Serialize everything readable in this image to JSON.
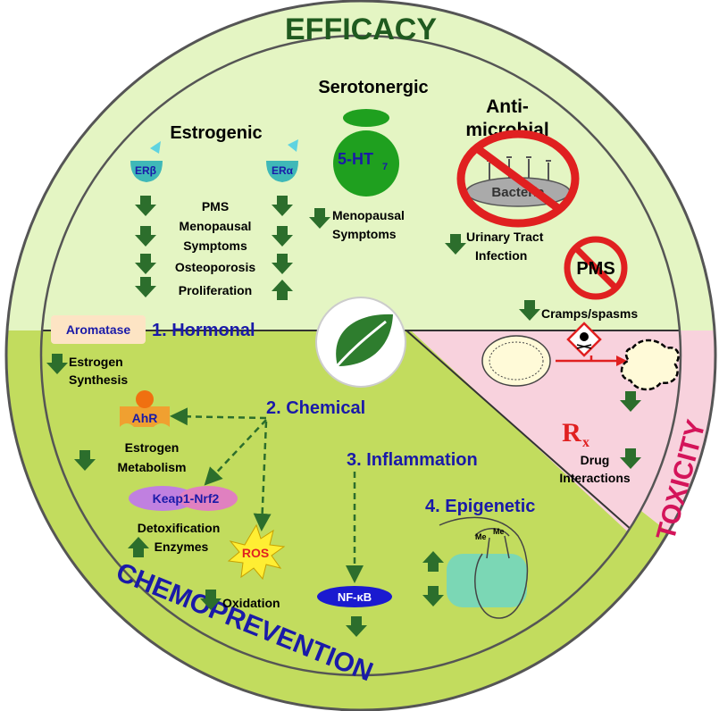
{
  "sections": {
    "efficacy": "EFFICACY",
    "chemoprevention": "CHEMOPREVENTION",
    "toxicity": "TOXICITY"
  },
  "serotonergic": {
    "title": "Serotonergic",
    "receptor": "5-HT",
    "receptor_sub": "7",
    "effect_line1": "Menopausal",
    "effect_line2": "Symptoms"
  },
  "estrogenic": {
    "title": "Estrogenic",
    "er_beta": "ERβ",
    "er_alpha": "ERα",
    "effects": [
      "PMS",
      "Menopausal",
      "Symptoms",
      "Osteoporosis",
      "Proliferation"
    ]
  },
  "antimicrobial": {
    "title_line1": "Anti-",
    "title_line2": "microbial",
    "bacteria": "Bacteria",
    "effect_line1": "Urinary Tract",
    "effect_line2": "Infection",
    "pms": "PMS",
    "cramps": "Cramps/spasms"
  },
  "hormonal": {
    "title": "1. Hormonal",
    "aromatase": "Aromatase",
    "estrogen_line1": "Estrogen",
    "estrogen_line2": "Synthesis"
  },
  "chemical": {
    "title": "2. Chemical",
    "ahr": "AhR",
    "metab_line1": "Estrogen",
    "metab_line2": "Metabolism",
    "keap": "Keap1-Nrf2",
    "detox_line1": "Detoxification",
    "detox_line2": "Enzymes",
    "ros": "ROS",
    "oxidation": "Oxidation"
  },
  "inflammation": {
    "title": "3. Inflammation",
    "nfkb": "NF-κB"
  },
  "epigenetic": {
    "title": "4. Epigenetic",
    "me1": "Me",
    "me2": "Me"
  },
  "toxicity": {
    "rx": "R",
    "rx_sub": "x",
    "drug_line1": "Drug",
    "drug_line2": "Interactions"
  },
  "colors": {
    "efficacy_bg": "#e4f5c3",
    "chemo_bg": "#c2dc5e",
    "toxicity_bg": "#f8d2dd",
    "arrow_green": "#2c6e2c",
    "label_blue": "#1a1aa8",
    "efficacy_text": "#1f5a1f",
    "toxicity_text": "#d4145a"
  }
}
